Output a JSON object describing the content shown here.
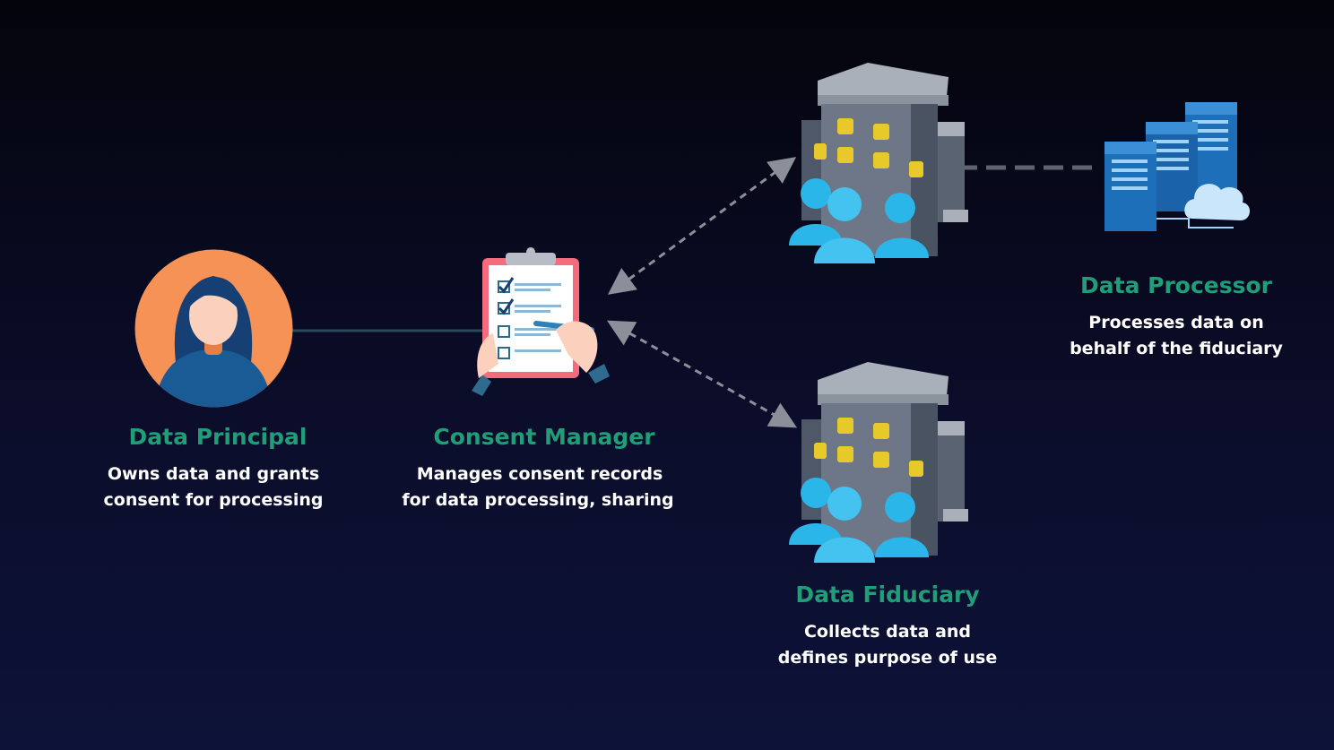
{
  "nodes": {
    "principal": {
      "title": "Data Principal",
      "desc_line1": "Owns data and grants",
      "desc_line2": "consent for processing"
    },
    "consent_manager": {
      "title": "Consent Manager",
      "desc_line1": "Manages consent records",
      "desc_line2": "for data processing, sharing"
    },
    "fiduciary": {
      "title": "Data Fiduciary",
      "desc_line1": "Collects data and",
      "desc_line2": "defines purpose of use"
    },
    "processor": {
      "title": "Data Processor",
      "desc_line1": "Processes data on",
      "desc_line2": "behalf of the fiduciary"
    }
  },
  "colors": {
    "title_green": "#1f9e78",
    "desc_white": "#ffffff",
    "avatar_orange": "#f79257",
    "avatar_navy": "#163f73",
    "person_blue": "#2bb6ea",
    "building_gray": "#6d7787",
    "window_yellow": "#e7c92a",
    "server_blue": "#1c6fb8",
    "connector_gray": "#8a8f99"
  },
  "icons": [
    "user-avatar-icon",
    "clipboard-checklist-icon",
    "office-building-people-icon",
    "server-cloud-icon"
  ]
}
